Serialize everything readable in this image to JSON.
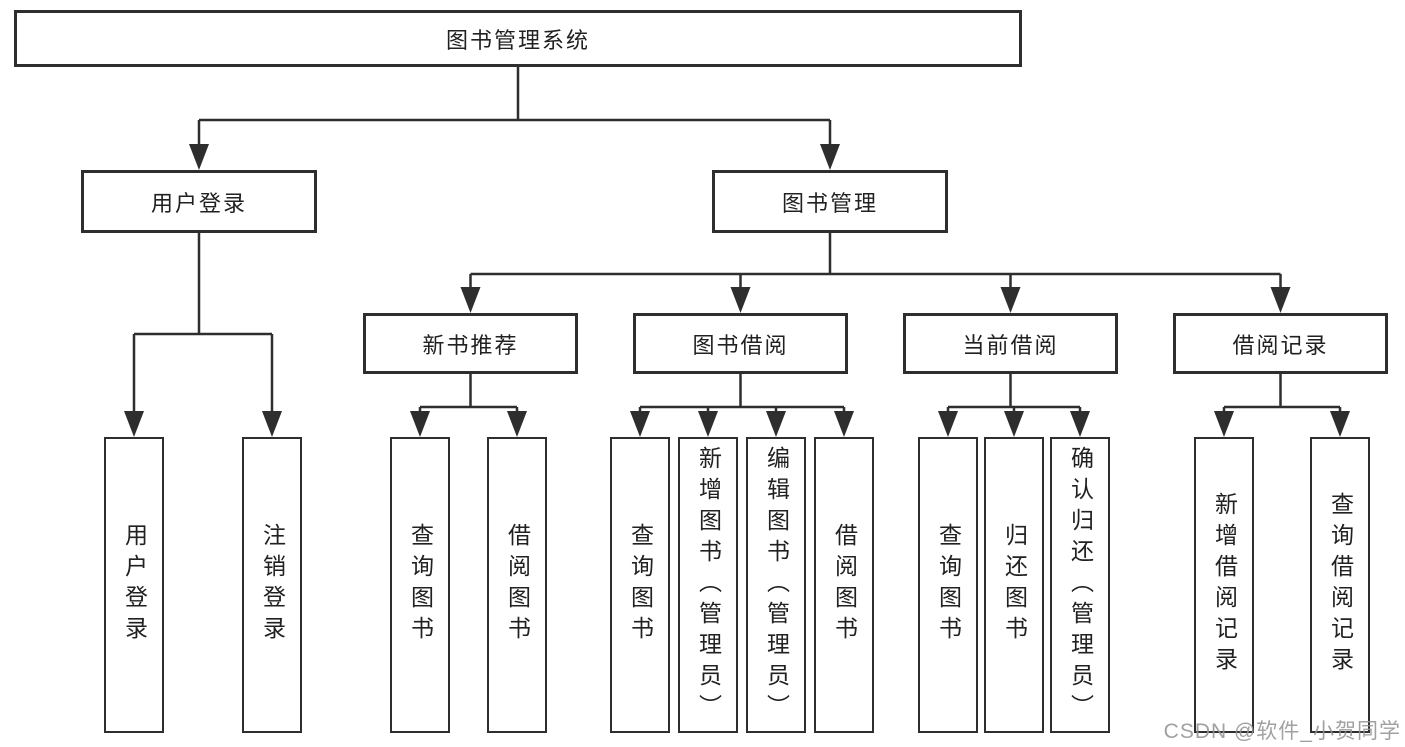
{
  "tree": {
    "root": {
      "label": "图书管理系统"
    },
    "branches": [
      {
        "label": "用户登录",
        "children": [
          {
            "label": "用户登录"
          },
          {
            "label": "注销登录"
          }
        ]
      },
      {
        "label": "图书管理",
        "children": [
          {
            "label": "新书推荐",
            "children": [
              {
                "label": "查询图书"
              },
              {
                "label": "借阅图书"
              }
            ]
          },
          {
            "label": "图书借阅",
            "children": [
              {
                "label": "查询图书"
              },
              {
                "label": "新增图书（管理员）"
              },
              {
                "label": "编辑图书（管理员）"
              },
              {
                "label": "借阅图书"
              }
            ]
          },
          {
            "label": "当前借阅",
            "children": [
              {
                "label": "查询图书"
              },
              {
                "label": "归还图书"
              },
              {
                "label": "确认归还（管理员）"
              }
            ]
          },
          {
            "label": "借阅记录",
            "children": [
              {
                "label": "新增借阅记录"
              },
              {
                "label": "查询借阅记录"
              }
            ]
          }
        ]
      }
    ]
  },
  "watermark": {
    "text": "CSDN @软件_小贺同学"
  },
  "colors": {
    "line": "#2e2e2e",
    "text": "#212121",
    "watermark": "#949494"
  }
}
